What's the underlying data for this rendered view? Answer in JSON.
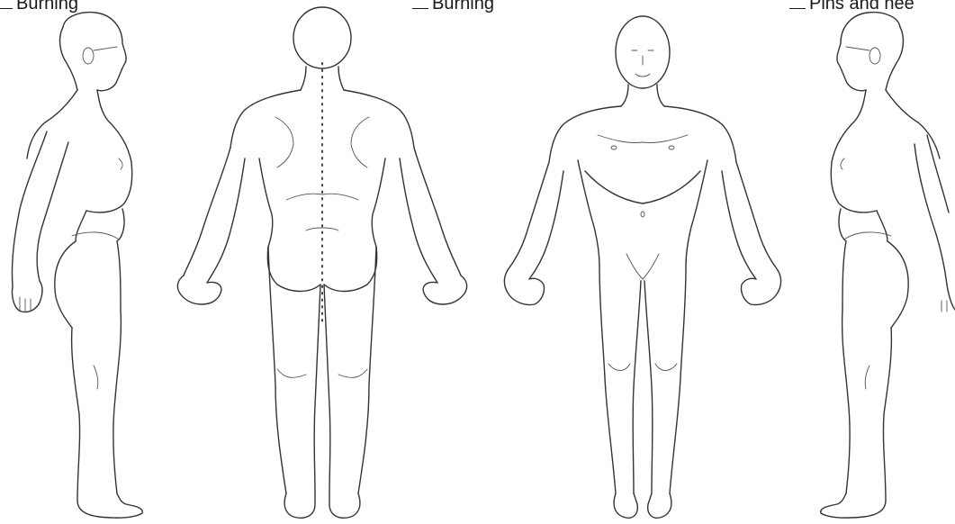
{
  "captions": [
    {
      "text": "Burning"
    },
    {
      "text": "Burning"
    },
    {
      "text": "Pins and nee"
    }
  ],
  "figures": [
    {
      "view": "right side"
    },
    {
      "view": "back"
    },
    {
      "view": "front"
    },
    {
      "view": "left side"
    }
  ],
  "colors": {
    "line": "#333333",
    "background": "#ffffff"
  }
}
